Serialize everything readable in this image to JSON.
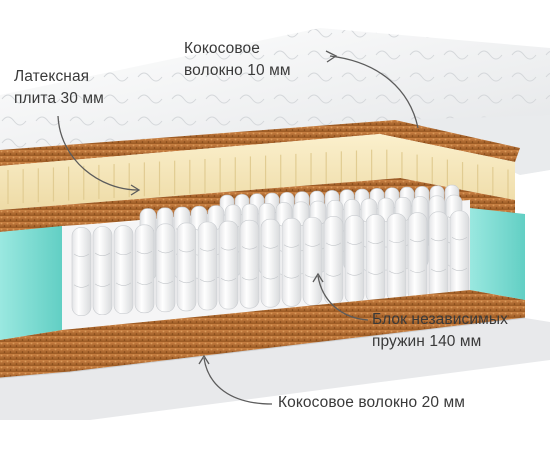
{
  "labels": {
    "latex": {
      "line1": "Латексная",
      "line2": "плита 30 мм"
    },
    "coir_top": {
      "line1": "Кокосовое",
      "line2": "волокно 10 мм"
    },
    "springs": {
      "line1": "Блок независимых",
      "line2": "пружин 140 мм"
    },
    "coir_bottom": {
      "line1": "Кокосовое волокно  20 мм"
    }
  },
  "colors": {
    "cover": "#f2f3f4",
    "latex": "#f6e6b8",
    "coir": "#b86e2f",
    "turquoise_edge": "#7fded5",
    "springs": "#ffffff",
    "text": "#3a3a3a"
  },
  "icons": [
    "arrow-latex",
    "arrow-coir-top",
    "arrow-springs",
    "arrow-coir-bottom"
  ]
}
